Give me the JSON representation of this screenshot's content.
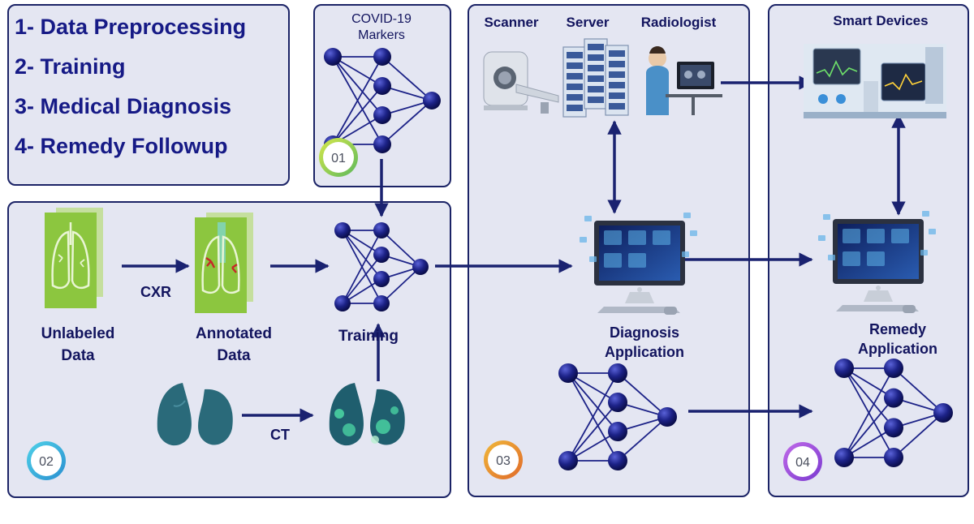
{
  "colors": {
    "panel_fill": "#e4e6f2",
    "panel_border": "#1b2366",
    "arrow": "#1a2270",
    "node": "#1c2287",
    "step_text": "#161a86",
    "label_text": "#12145e",
    "lung_green": "#8cc63f",
    "lung_dark": "#2a6a7a"
  },
  "steps": [
    "1- Data Preprocessing",
    "2- Training",
    "3- Medical Diagnosis",
    "4- Remedy Followup"
  ],
  "markers": {
    "title_line1": "COVID-19",
    "title_line2": "Markers",
    "badge": "01"
  },
  "training_panel": {
    "unlabeled_line1": "Unlabeled",
    "unlabeled_line2": "Data",
    "annotated_line1": "Annotated",
    "annotated_line2": "Data",
    "cxr": "CXR",
    "ct": "CT",
    "training": "Training",
    "badge": "02"
  },
  "diagnosis_panel": {
    "scanner": "Scanner",
    "server": "Server",
    "radiologist": "Radiologist",
    "app_line1": "Diagnosis",
    "app_line2": "Application",
    "badge": "03"
  },
  "remedy_panel": {
    "devices": "Smart Devices",
    "app_line1": "Remedy",
    "app_line2": "Application",
    "badge": "04"
  },
  "icons": [
    "neural-network-icon",
    "lung-xray-icon",
    "lung-ct-icon",
    "ct-scanner-icon",
    "server-rack-icon",
    "radiologist-icon",
    "computer-monitor-icon",
    "smart-devices-icon",
    "arrow-icon",
    "badge-icon"
  ]
}
